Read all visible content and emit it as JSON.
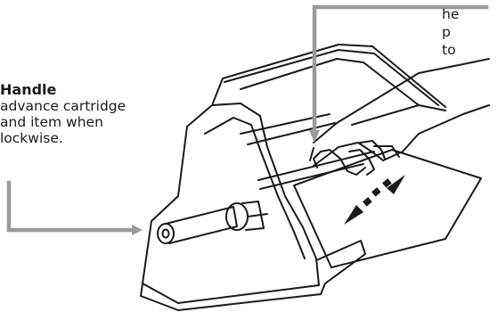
{
  "handle_label": {
    "title": "Handle",
    "lines": [
      "advance cartridge",
      "and item when",
      "lockwise."
    ]
  },
  "top_right_label": {
    "lines": [
      "he",
      "p",
      "to"
    ]
  },
  "colors": {
    "line": "#1a1a1a",
    "callout": "#9a9a9a",
    "arrow": "#1a1a1a"
  }
}
